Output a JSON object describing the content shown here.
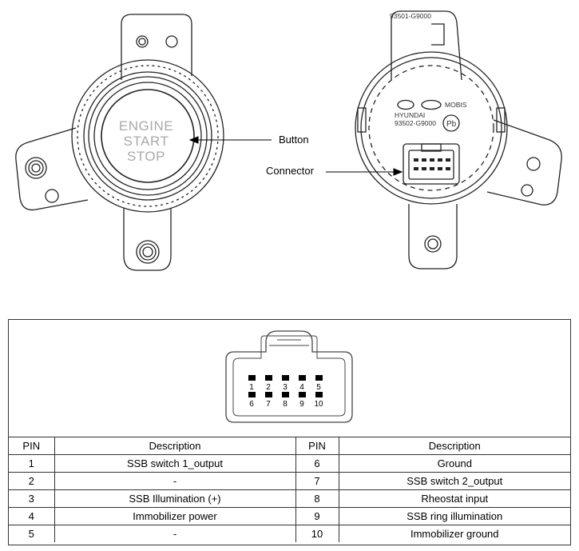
{
  "callouts": {
    "button": "Button",
    "connector": "Connector"
  },
  "switch_face": {
    "line1": "ENGINE",
    "line2": "START",
    "line3": "STOP"
  },
  "rear_markings": {
    "part_top": "93501-G9000",
    "brand_1": "HYUNDAI",
    "brand_2": "MOBIS",
    "part_mid": "93502-G9000",
    "lead_mark": "Pb"
  },
  "connector_pins": {
    "top_row": [
      "1",
      "2",
      "3",
      "4",
      "5"
    ],
    "bottom_row": [
      "6",
      "7",
      "8",
      "9",
      "10"
    ]
  },
  "table": {
    "headers": [
      "PIN",
      "Description",
      "PIN",
      "Description"
    ],
    "rows": [
      [
        "1",
        "SSB switch 1_output",
        "6",
        "Ground"
      ],
      [
        "2",
        "-",
        "7",
        "SSB switch 2_output"
      ],
      [
        "3",
        "SSB Illumination (+)",
        "8",
        "Rheostat input"
      ],
      [
        "4",
        "Immobilizer power",
        "9",
        "SSB ring illumination"
      ],
      [
        "5",
        "-",
        "10",
        "Immobilizer ground"
      ]
    ]
  }
}
